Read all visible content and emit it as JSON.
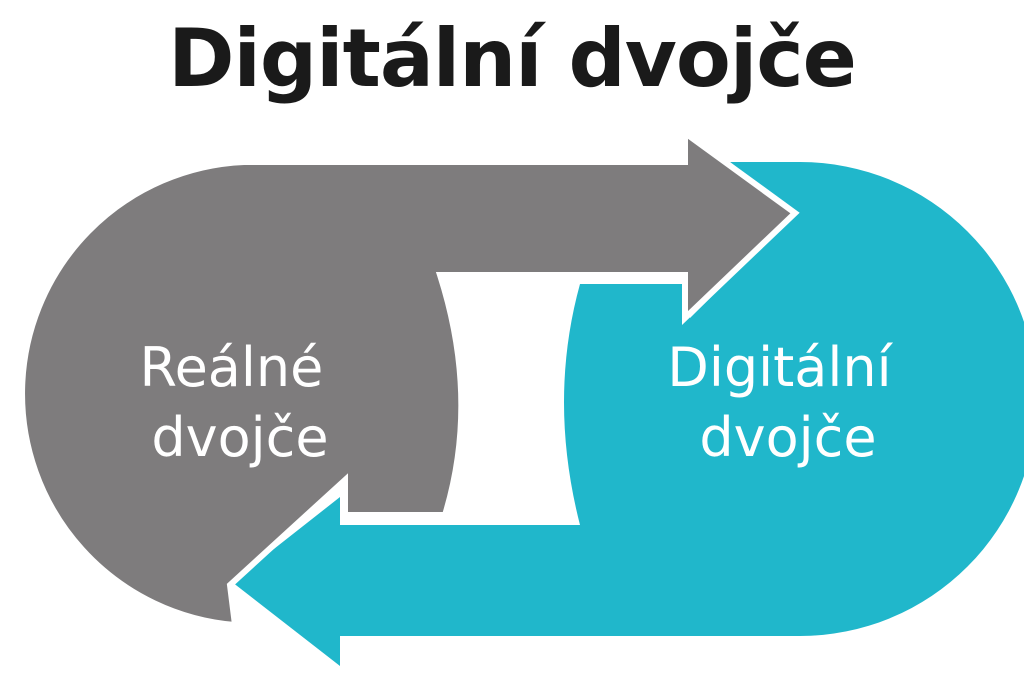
{
  "title": "Digitální dvojče",
  "left_node": {
    "line1": "Reálné",
    "line2": "dvojče"
  },
  "right_node": {
    "line1": "Digitální",
    "line2": "dvojče"
  },
  "colors": {
    "gray": "#7e7c7d",
    "teal": "#20b7cb",
    "title": "#1a1a1a"
  }
}
